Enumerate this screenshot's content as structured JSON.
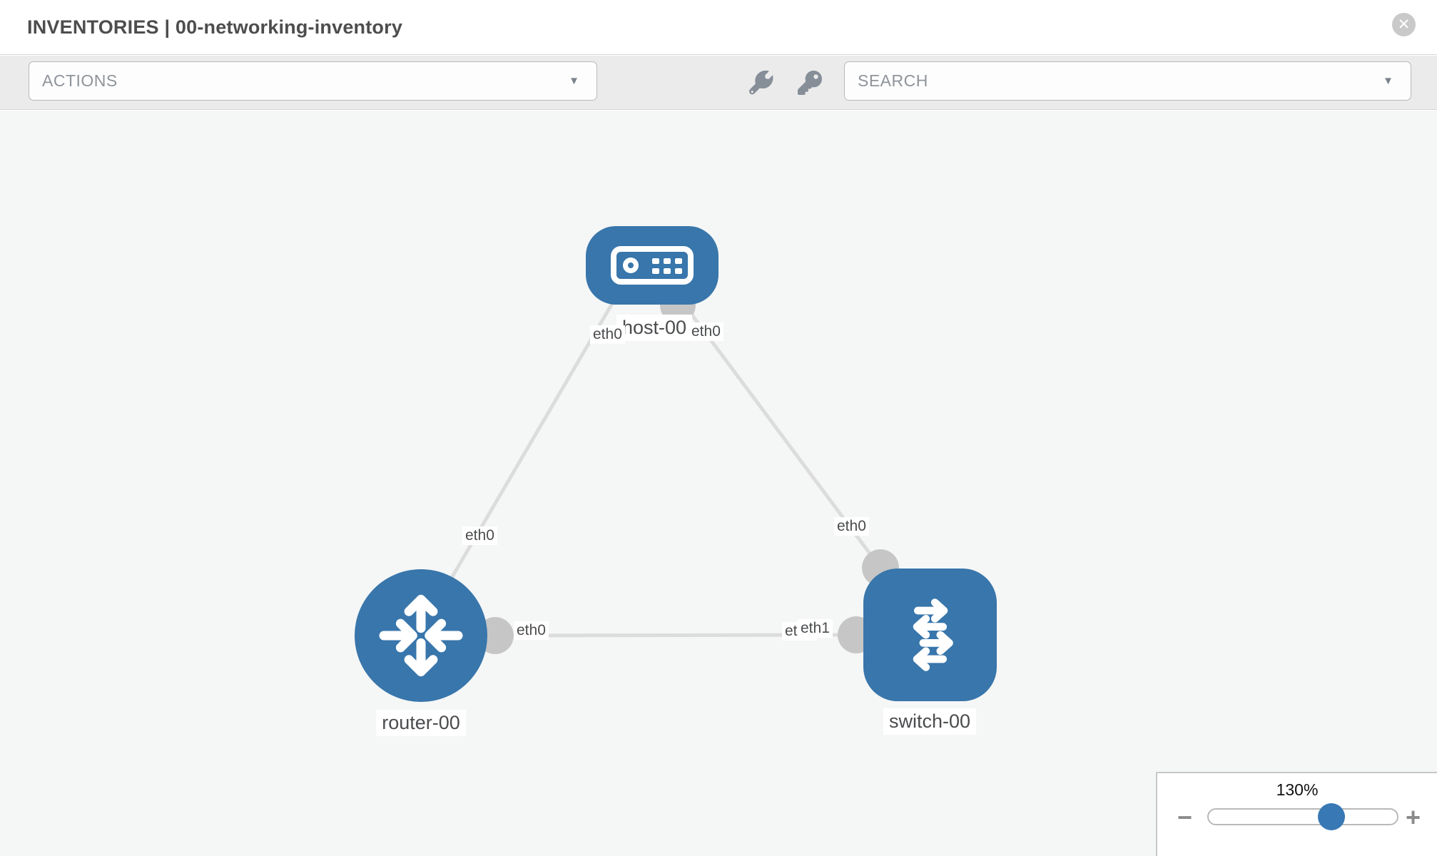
{
  "header": {
    "title": "INVENTORIES | 00-networking-inventory",
    "close_icon": "x-circle"
  },
  "toolbar": {
    "actions_label": "ACTIONS",
    "actions_caret": "▼",
    "search_placeholder": "SEARCH",
    "search_caret": "▼",
    "wrench_icon": "wrench",
    "key_icon": "key"
  },
  "topology": {
    "nodes": [
      {
        "id": "host-00",
        "label": "host-00",
        "type": "host",
        "icon": "server-icon"
      },
      {
        "id": "router-00",
        "label": "router-00",
        "type": "router",
        "icon": "router-arrows-icon"
      },
      {
        "id": "switch-00",
        "label": "switch-00",
        "type": "switch",
        "icon": "switch-arrows-icon"
      }
    ],
    "links": [
      {
        "source": "router-00",
        "target": "host-00",
        "source_label": "eth0",
        "target_label": "eth0"
      },
      {
        "source": "switch-00",
        "target": "host-00",
        "source_label": "eth0",
        "target_label": "eth0"
      },
      {
        "source": "router-00",
        "target": "switch-00",
        "source_label": "eth0",
        "target_label": "eth1",
        "target_label_overlapped": "eth0"
      }
    ]
  },
  "zoom_panel": {
    "value": "130%",
    "level_percent": 130,
    "minus_label": "−",
    "plus_label": "+"
  },
  "colors": {
    "node_blue": "#3876ab",
    "thumb_blue": "#3878b4",
    "edge_gray": "#dcdcdc",
    "connector_gray": "#c6c6c6",
    "canvas_bg": "#f5f6f6",
    "toolbar_bg": "#ebebeb"
  }
}
